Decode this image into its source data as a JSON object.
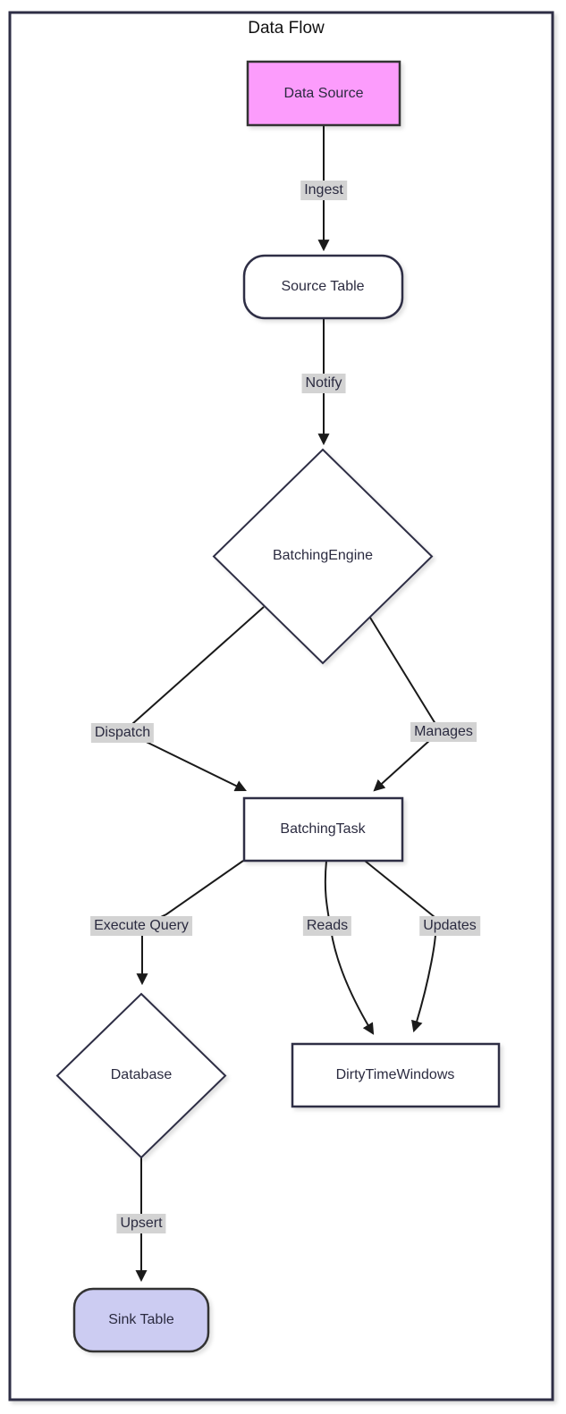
{
  "diagram": {
    "title": "Data Flow",
    "type": "flowchart",
    "colors": {
      "frame_stroke": "#2e2e45",
      "node_stroke": "#2e2e45",
      "dark_stroke": "#333333",
      "edge_line": "#1a1a1a",
      "text": "#2b2b40",
      "edge_label_bg": "#d3d3d3",
      "data_source_fill": "#fc9cfc",
      "sink_table_fill": "#ccccf2",
      "node_fill": "#ffffff"
    },
    "nodes": [
      {
        "id": "data-source",
        "label": "Data Source",
        "shape": "rectangle",
        "fill": "#fc9cfc"
      },
      {
        "id": "source-table",
        "label": "Source Table",
        "shape": "rounded",
        "fill": "#ffffff"
      },
      {
        "id": "batching-engine",
        "label": "BatchingEngine",
        "shape": "diamond",
        "fill": "#ffffff"
      },
      {
        "id": "batching-task",
        "label": "BatchingTask",
        "shape": "rectangle",
        "fill": "#ffffff"
      },
      {
        "id": "database",
        "label": "Database",
        "shape": "diamond",
        "fill": "#ffffff"
      },
      {
        "id": "dirty-time-windows",
        "label": "DirtyTimeWindows",
        "shape": "rectangle",
        "fill": "#ffffff"
      },
      {
        "id": "sink-table",
        "label": "Sink Table",
        "shape": "rounded",
        "fill": "#ccccf2"
      }
    ],
    "edges": [
      {
        "from": "data-source",
        "to": "source-table",
        "label": "Ingest"
      },
      {
        "from": "source-table",
        "to": "batching-engine",
        "label": "Notify"
      },
      {
        "from": "batching-engine",
        "to": "batching-task",
        "label": "Dispatch"
      },
      {
        "from": "batching-engine",
        "to": "batching-task",
        "label": "Manages"
      },
      {
        "from": "batching-task",
        "to": "database",
        "label": "Execute Query"
      },
      {
        "from": "batching-task",
        "to": "dirty-time-windows",
        "label": "Reads"
      },
      {
        "from": "batching-task",
        "to": "dirty-time-windows",
        "label": "Updates"
      },
      {
        "from": "database",
        "to": "sink-table",
        "label": "Upsert"
      }
    ]
  }
}
